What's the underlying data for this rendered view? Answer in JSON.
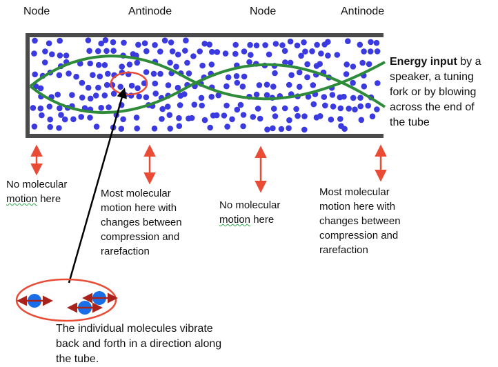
{
  "labels": {
    "node_left": "Node",
    "antinode_left": "Antinode",
    "node_right": "Node",
    "antinode_right": "Antinode"
  },
  "energy": {
    "bold": "Energy input",
    "line1_rest": " by a",
    "line2": "speaker, a tuning",
    "line3": "fork or by blowing",
    "line4": "across the end of",
    "line5": "the tube"
  },
  "annotations": {
    "node1_line1": "No molecular",
    "node1_word": "motion",
    "node1_rest": " here",
    "anti1": [
      "Most molecular",
      "motion here with",
      "changes between",
      "compression and",
      "rarefaction"
    ],
    "node2_line1": "No molecular",
    "node2_word": "motion",
    "node2_rest": " here",
    "anti2": [
      "Most molecular",
      "motion here with",
      "changes between",
      "compression and",
      "rarefaction"
    ]
  },
  "caption": [
    "The individual molecules vibrate",
    "back and forth in a direction along",
    "the tube."
  ],
  "colors": {
    "tube": "#4a4a4a",
    "molecule": "#3a3ae0",
    "wave": "#2e8b3a",
    "arrow": "#e94b35",
    "molecule_zoom": "#1a6fe8",
    "vibe_arrow": "#a8231b"
  }
}
